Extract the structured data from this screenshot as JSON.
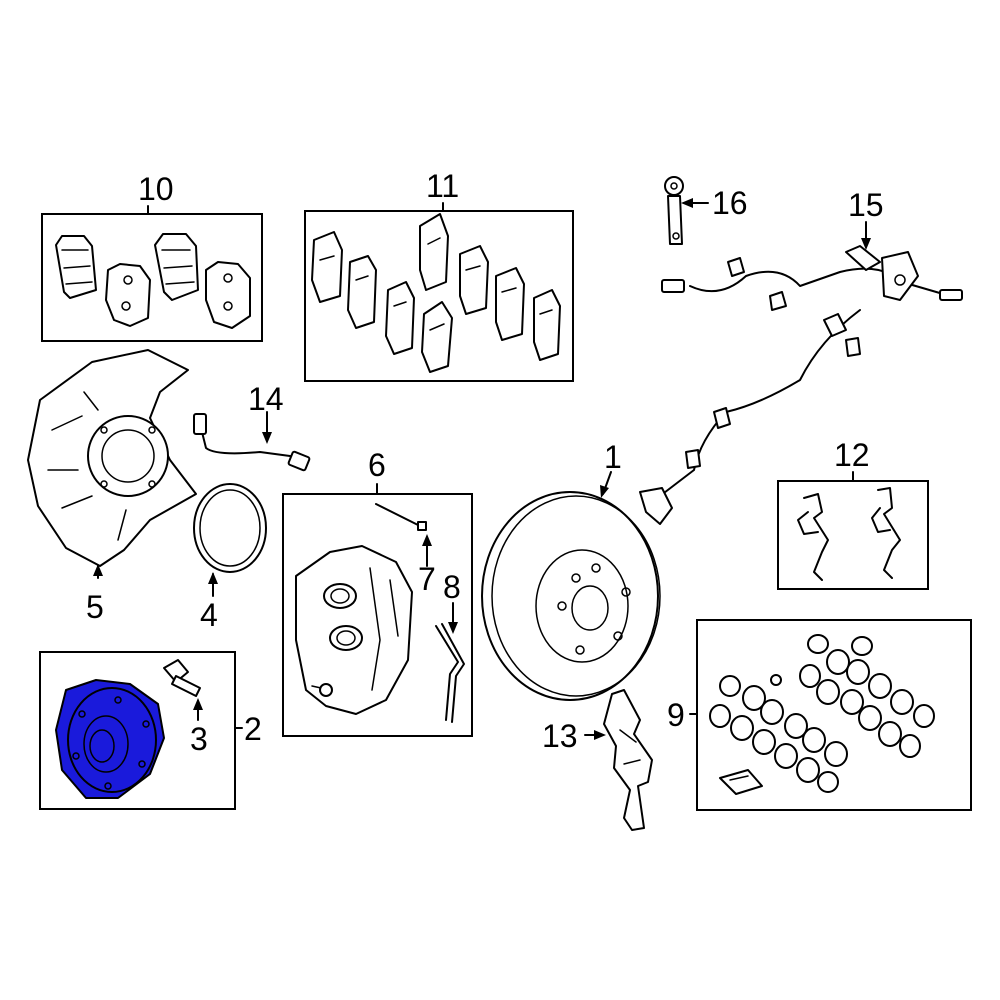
{
  "diagram": {
    "highlight_color": "#1a1adb",
    "callouts": [
      {
        "id": "1",
        "part": "brake-rotor"
      },
      {
        "id": "2",
        "part": "hub-bearing-assembly"
      },
      {
        "id": "3",
        "part": "hub-bolt"
      },
      {
        "id": "4",
        "part": "seal-ring"
      },
      {
        "id": "5",
        "part": "dust-shield"
      },
      {
        "id": "6",
        "part": "caliper-assembly"
      },
      {
        "id": "7",
        "part": "caliper-pin"
      },
      {
        "id": "8",
        "part": "anti-rattle-spring"
      },
      {
        "id": "9",
        "part": "caliper-seal-kit"
      },
      {
        "id": "10",
        "part": "brake-pads"
      },
      {
        "id": "11",
        "part": "pad-shims"
      },
      {
        "id": "12",
        "part": "pad-clips"
      },
      {
        "id": "13",
        "part": "support-plate"
      },
      {
        "id": "14",
        "part": "brake-hose"
      },
      {
        "id": "15",
        "part": "abs-sensor-harness"
      },
      {
        "id": "16",
        "part": "hose-bracket"
      }
    ]
  }
}
